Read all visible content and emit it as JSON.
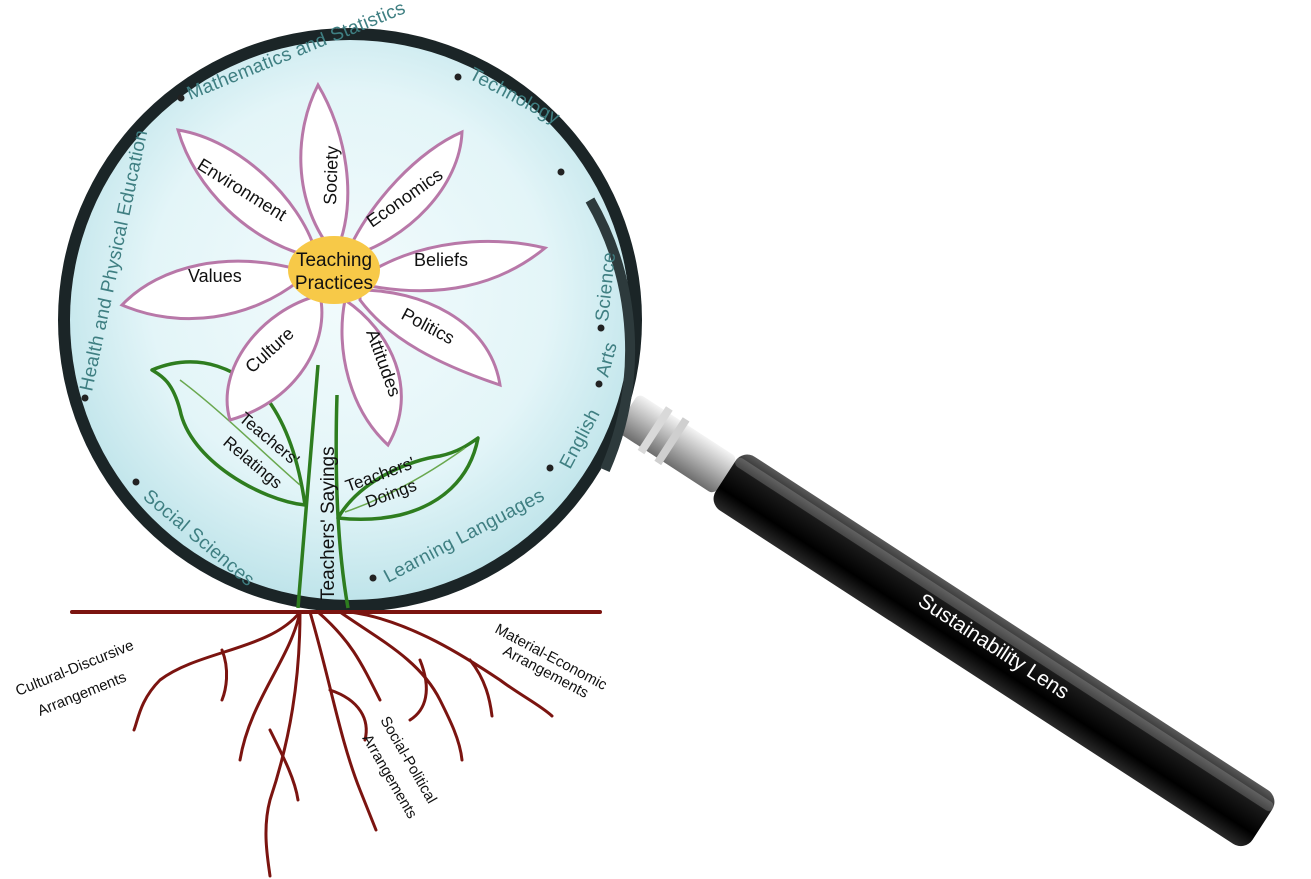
{
  "handle_label": "Sustainability Lens",
  "center": {
    "line1": "Teaching",
    "line2": "Practices"
  },
  "petals": {
    "society": "Society",
    "economics": "Economics",
    "beliefs": "Beliefs",
    "politics": "Politics",
    "attitudes": "Attitudes",
    "culture": "Culture",
    "values": "Values",
    "environment": "Environment"
  },
  "leaves": {
    "relatings_1": "Teachers'",
    "relatings_2": "Relatings",
    "doings_1": "Teachers'",
    "doings_2": "Doings",
    "sayings": "Teachers' Sayings"
  },
  "subjects": {
    "health": "Health and Physical Education",
    "maths": "Mathematics and Statistics",
    "technology": "Technology",
    "science": "Science",
    "arts": "Arts",
    "english": "English",
    "languages": "Learning Languages",
    "social": "Social Sciences"
  },
  "roots": {
    "cultural_1": "Cultural-Discursive",
    "cultural_2": "Arrangements",
    "social_1": "Social-Political",
    "social_2": "Arrangements",
    "material_1": "Material-Economic",
    "material_2": "Arrangements"
  },
  "colors": {
    "lens_fill": "#dff3f6",
    "lens_rim": "#101b1c",
    "petal_stroke": "#b878a8",
    "center_fill": "#f7c948",
    "stem": "#2e7d1f",
    "root": "#7b1410",
    "subject_text": "#3f7f82",
    "handle": "#0d0d0d"
  }
}
